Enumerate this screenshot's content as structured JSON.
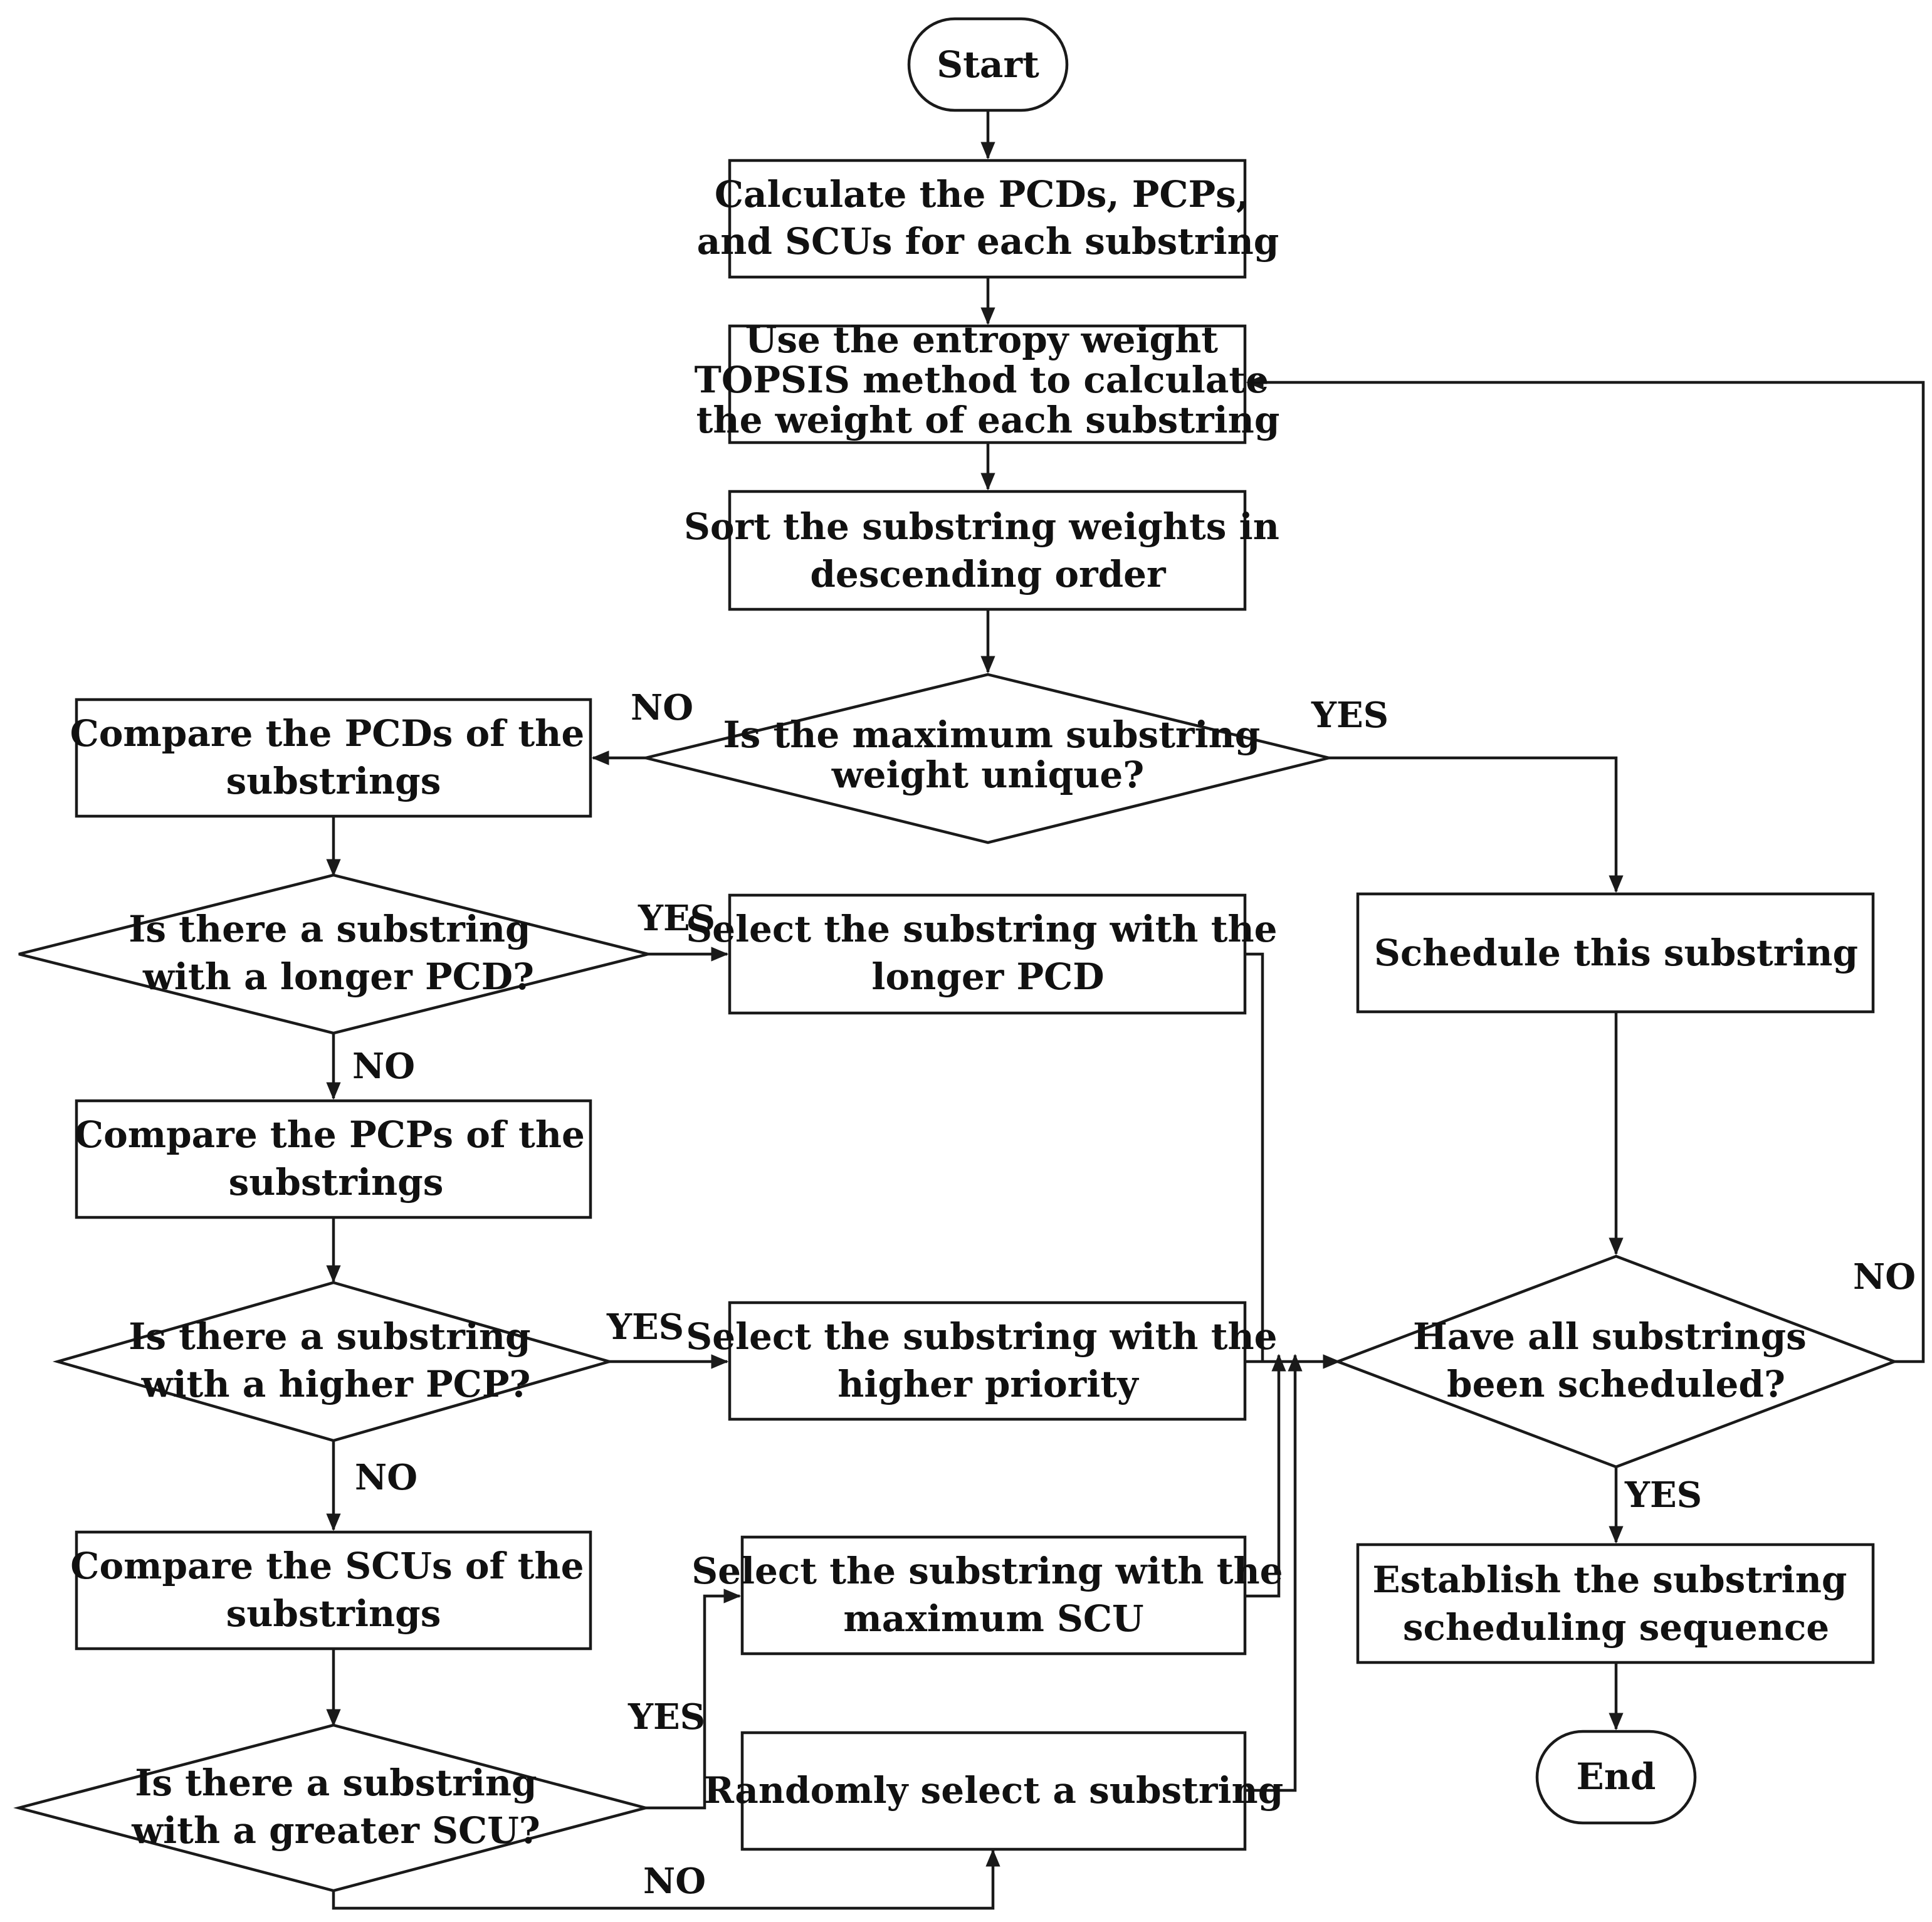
{
  "nodes": {
    "start": {
      "lines": [
        "Start"
      ]
    },
    "calc": {
      "lines": [
        "Calculate the PCDs, PCPs,",
        "and SCUs for each substring"
      ]
    },
    "entropy": {
      "lines": [
        "Use the entropy weight",
        "TOPSIS method to calculate",
        "the weight of each substring"
      ]
    },
    "sort": {
      "lines": [
        "Sort the substring weights in",
        "descending order"
      ]
    },
    "unique": {
      "lines": [
        "Is the maximum substring",
        "weight unique?"
      ]
    },
    "cmp_pcd": {
      "lines": [
        "Compare the PCDs of the",
        "substrings"
      ]
    },
    "longer_pcd_q": {
      "lines": [
        "Is there a substring",
        "with a longer PCD?"
      ]
    },
    "sel_pcd": {
      "lines": [
        "Select the substring with the",
        "longer PCD"
      ]
    },
    "schedule": {
      "lines": [
        "Schedule this substring"
      ]
    },
    "cmp_pcp": {
      "lines": [
        "Compare the PCPs of the",
        "substrings"
      ]
    },
    "higher_pcp_q": {
      "lines": [
        "Is there a substring",
        "with a higher PCP?"
      ]
    },
    "sel_pcp": {
      "lines": [
        "Select the substring with the",
        "higher priority"
      ]
    },
    "all_q": {
      "lines": [
        "Have all substrings",
        "been scheduled?"
      ]
    },
    "cmp_scu": {
      "lines": [
        "Compare the SCUs of the",
        "substrings"
      ]
    },
    "sel_scu": {
      "lines": [
        "Select the substring with the",
        "maximum SCU"
      ]
    },
    "establish": {
      "lines": [
        "Establish the substring",
        "scheduling sequence"
      ]
    },
    "greater_scu_q": {
      "lines": [
        "Is there a substring",
        "with a greater SCU?"
      ]
    },
    "random": {
      "lines": [
        "Randomly select a substring"
      ]
    },
    "end": {
      "lines": [
        "End"
      ]
    }
  },
  "edge_labels": {
    "unique_no": "NO",
    "unique_yes": "YES",
    "pcd_yes": "YES",
    "pcd_no": "NO",
    "pcp_yes": "YES",
    "pcp_no": "NO",
    "scu_yes": "YES",
    "scu_no": "NO",
    "all_no": "NO",
    "all_yes": "YES"
  }
}
